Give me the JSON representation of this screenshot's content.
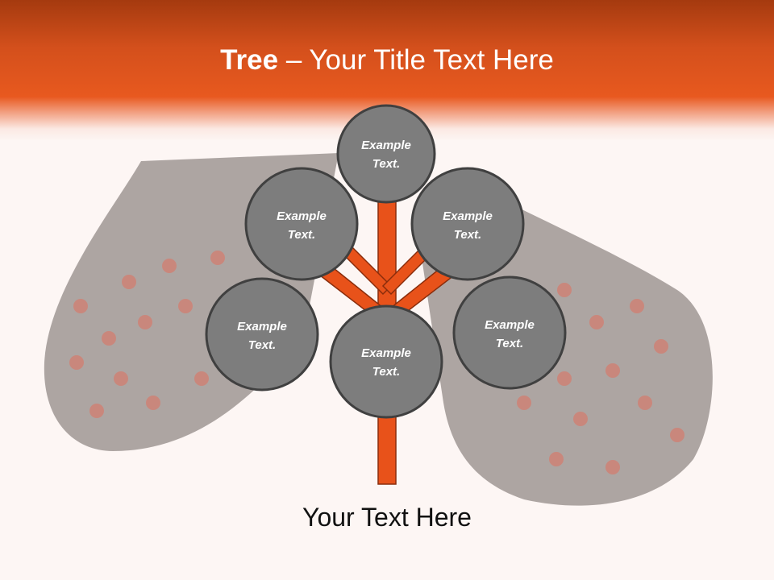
{
  "title": {
    "bold": "Tree",
    "rest": " – Your Title Text Here"
  },
  "nodes": [
    {
      "line1": "Example",
      "line2": "Text."
    },
    {
      "line1": "Example",
      "line2": "Text."
    },
    {
      "line1": "Example",
      "line2": "Text."
    },
    {
      "line1": "Example",
      "line2": "Text."
    },
    {
      "line1": "Example",
      "line2": "Text."
    },
    {
      "line1": "Example",
      "line2": "Text."
    }
  ],
  "footer": "Your Text Here",
  "colors": {
    "header": "#e8591f",
    "branch": "#e8521a",
    "node_fill": "#7d7d7d",
    "node_stroke": "#404040"
  }
}
